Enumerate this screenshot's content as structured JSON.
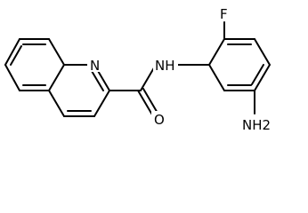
{
  "molecule": {
    "atoms": {
      "fluorine": "F",
      "ring_nitrogen": "N",
      "amide_nh": "NH",
      "carbonyl_oxygen": "O",
      "amine": "NH2"
    },
    "colors": {
      "bond": "#000000",
      "label": "#000000",
      "background": "#ffffff"
    }
  }
}
